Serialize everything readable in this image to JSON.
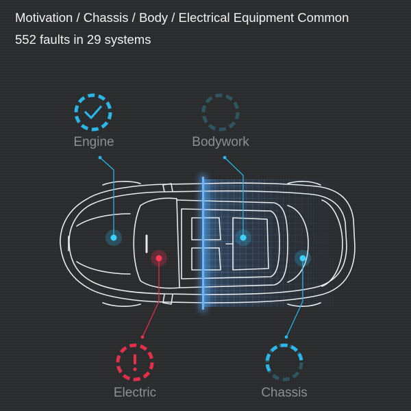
{
  "header": {
    "title": "Motivation / Chassis / Body / Electrical Equipment Common",
    "subtitle": "552 faults in 29 systems"
  },
  "systems": {
    "engine": {
      "label": "Engine",
      "status": "ok",
      "icon": "check-circle-icon"
    },
    "bodywork": {
      "label": "Bodywork",
      "status": "pending",
      "icon": "dashed-circle-icon"
    },
    "electric": {
      "label": "Electric",
      "status": "fault",
      "icon": "exclamation-circle-icon"
    },
    "chassis": {
      "label": "Chassis",
      "status": "scanning",
      "icon": "progress-circle-icon"
    }
  },
  "colors": {
    "ok": "#2ab6e6",
    "pending": "#2f5560",
    "fault": "#e5304b",
    "scanning": "#2ab6e6",
    "label": "#8c8f93",
    "car_outline": "#e9ecef"
  }
}
